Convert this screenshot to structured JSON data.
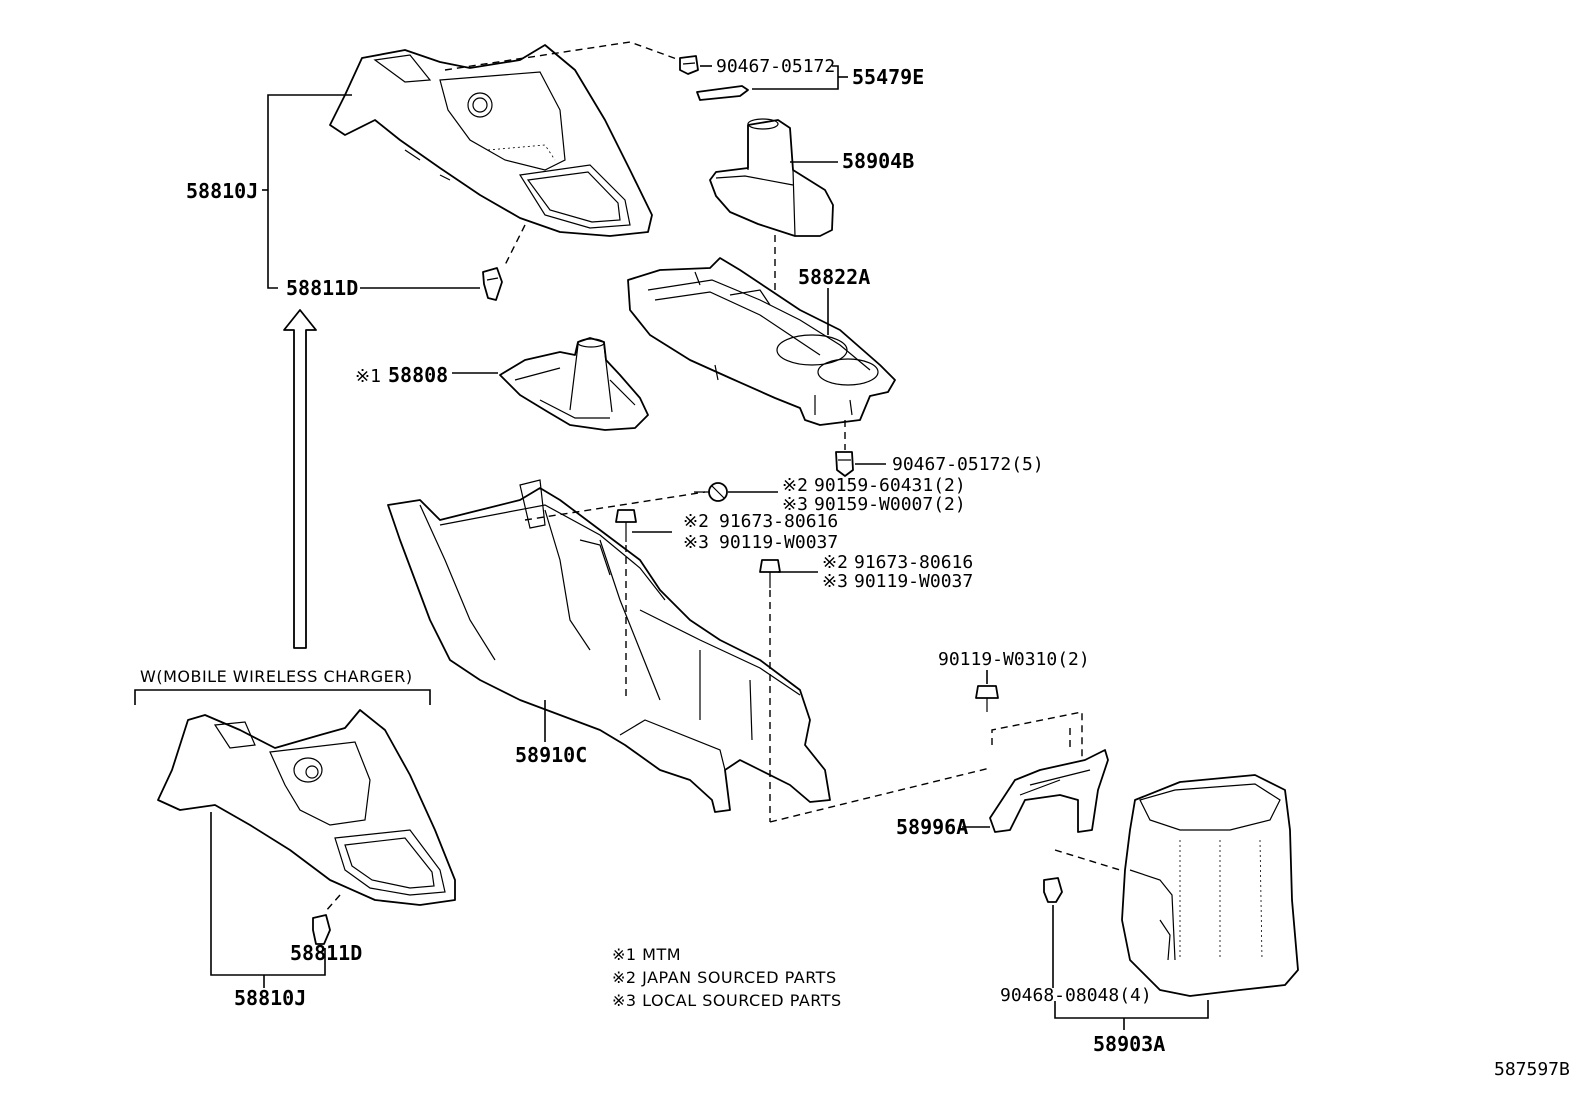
{
  "labels": {
    "p55479e": "55479E",
    "p90467_05172": "90467-05172",
    "p58904b": "58904B",
    "p58810j_top": "58810J",
    "p58811d_top": "58811D",
    "p58822a": "58822A",
    "p58808_mark": "※1",
    "p58808": "58808",
    "p90467_05172_5": "90467-05172(5)",
    "p90159_60431_mark": "※2",
    "p90159_60431": "90159-60431(2)",
    "p90159_w0007_mark": "※3",
    "p90159_w0007": "90159-W0007(2)",
    "p91673_80616_a_mark": "※2",
    "p91673_80616_a": "91673-80616",
    "p90119_w0037_a_mark": "※3",
    "p90119_w0037_a": "90119-W0037",
    "p91673_80616_b_mark": "※2",
    "p91673_80616_b": "91673-80616",
    "p90119_w0037_b_mark": "※3",
    "p90119_w0037_b": "90119-W0037",
    "p90119_w0310": "90119-W0310(2)",
    "p58910c": "58910C",
    "p58996a": "58996A",
    "p90468_08048": "90468-08048(4)",
    "p58903a": "58903A",
    "p58811d_bottom": "58811D",
    "p58810j_bottom": "58810J",
    "variant_caption": "W(MOBILE WIRELESS CHARGER)",
    "diagram_id": "587597B"
  },
  "notes": [
    "※1 MTM",
    "※2 JAPAN SOURCED PARTS",
    "※3 LOCAL SOURCED PARTS"
  ]
}
